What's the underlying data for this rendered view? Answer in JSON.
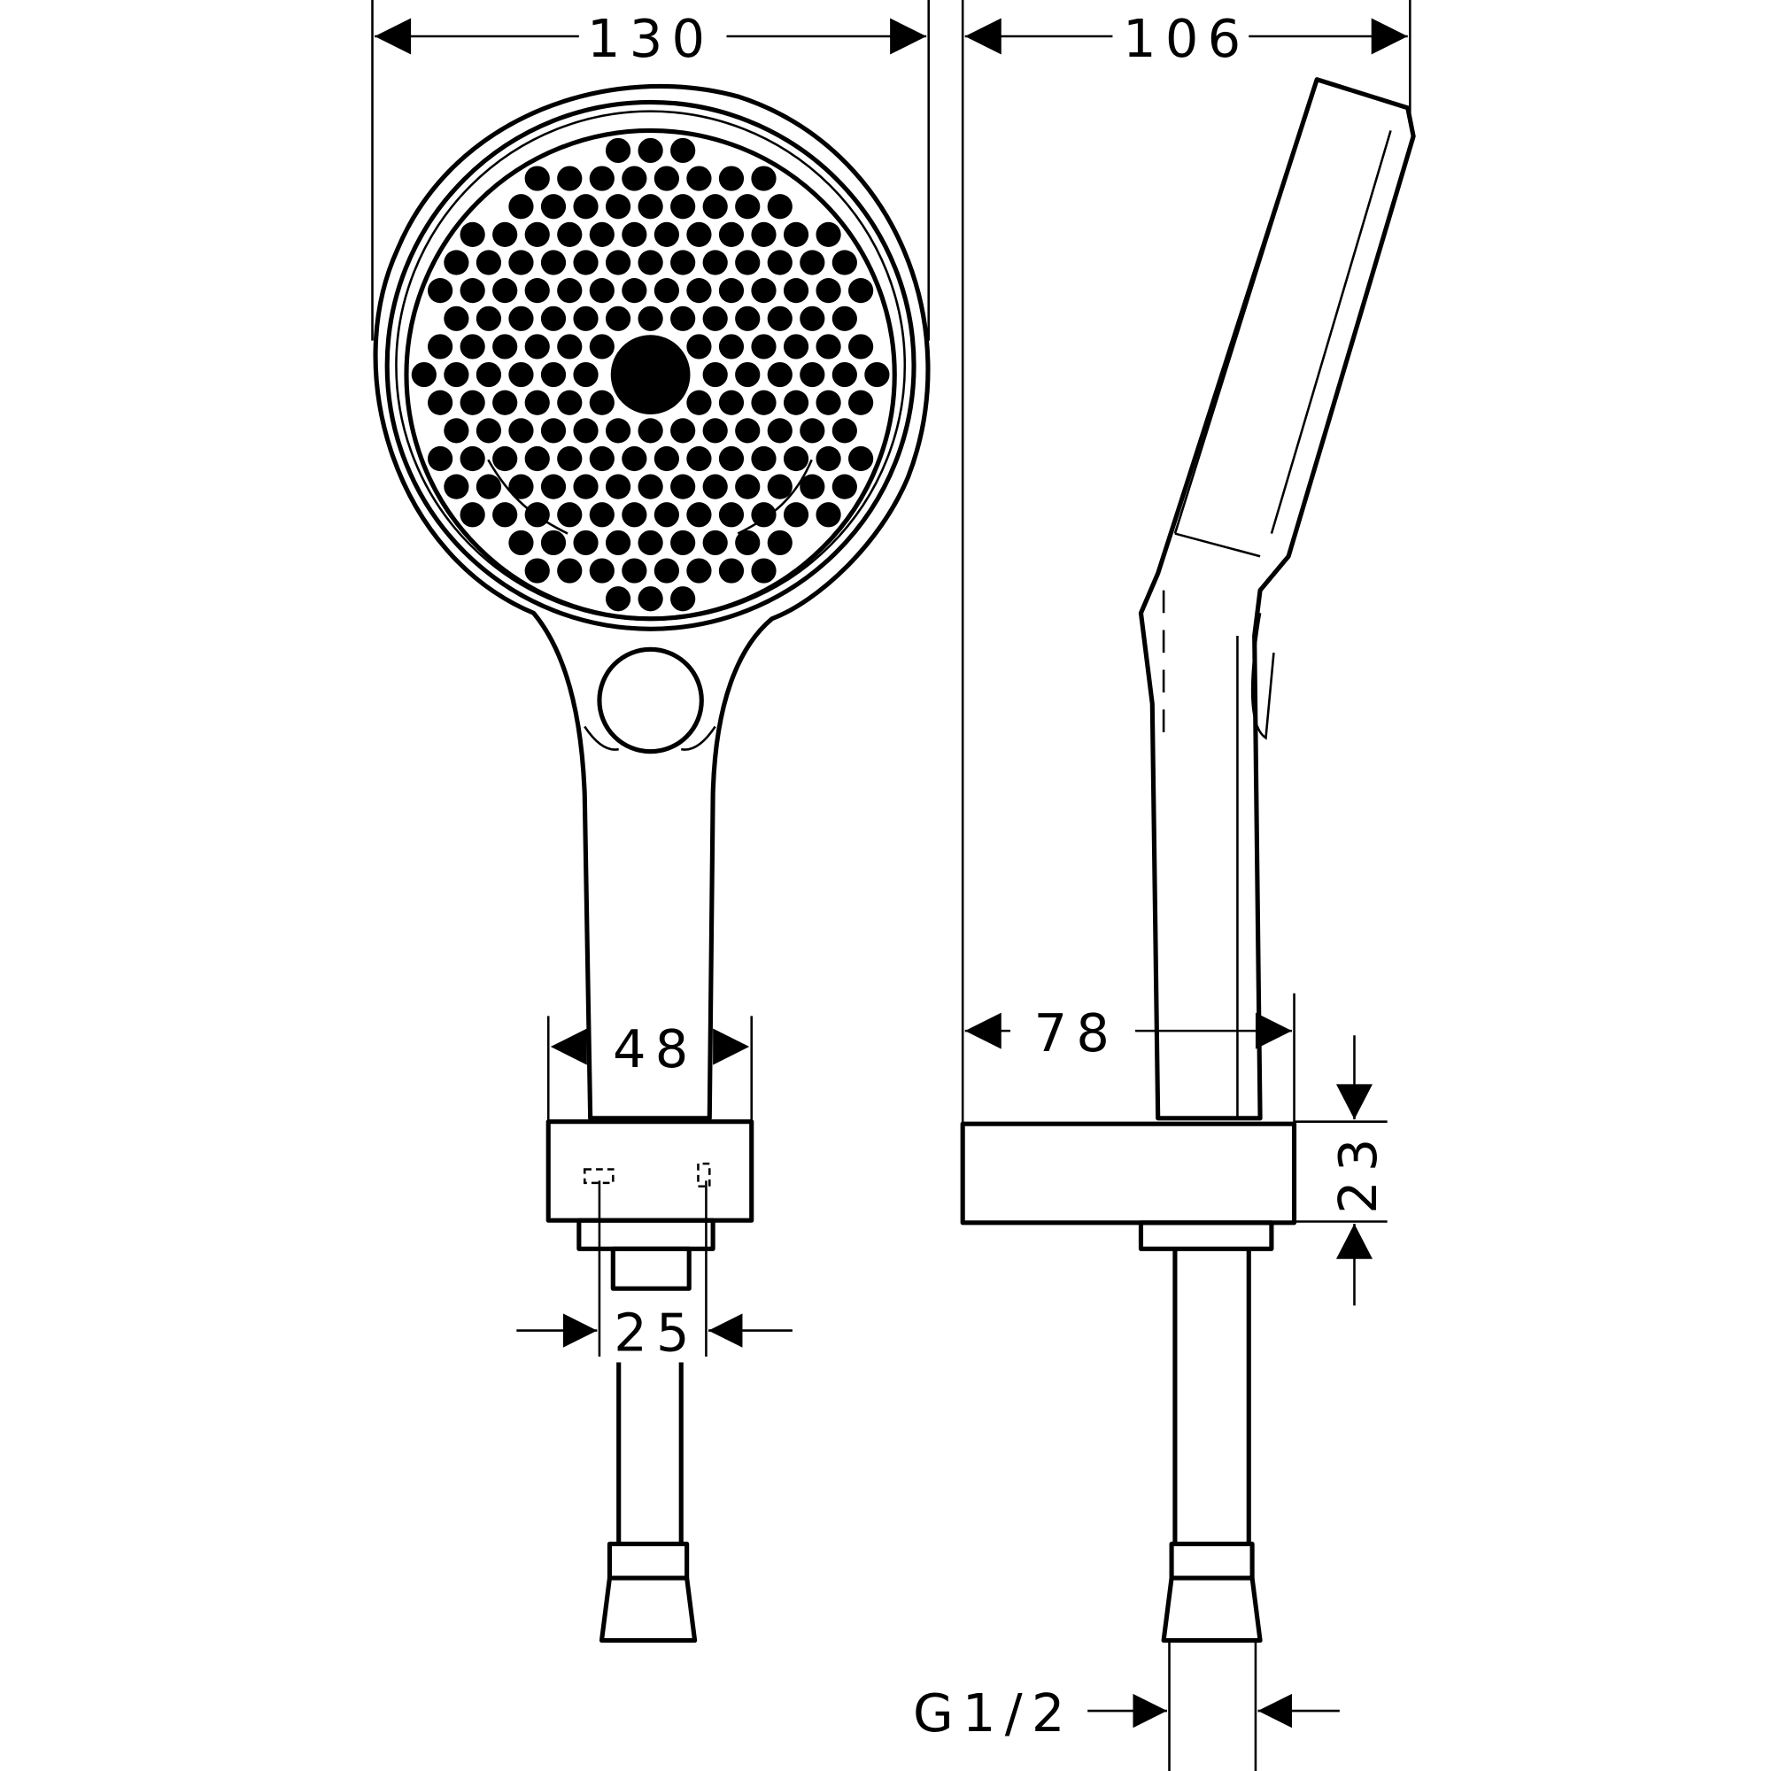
{
  "dimensions": {
    "head_width": "130",
    "side_depth": "106",
    "handle_width": "48",
    "holder_depth": "78",
    "holder_height": "23",
    "connector_width": "25",
    "thread": "G1/2"
  },
  "colors": {
    "line": "#000000",
    "background": "#ffffff"
  }
}
